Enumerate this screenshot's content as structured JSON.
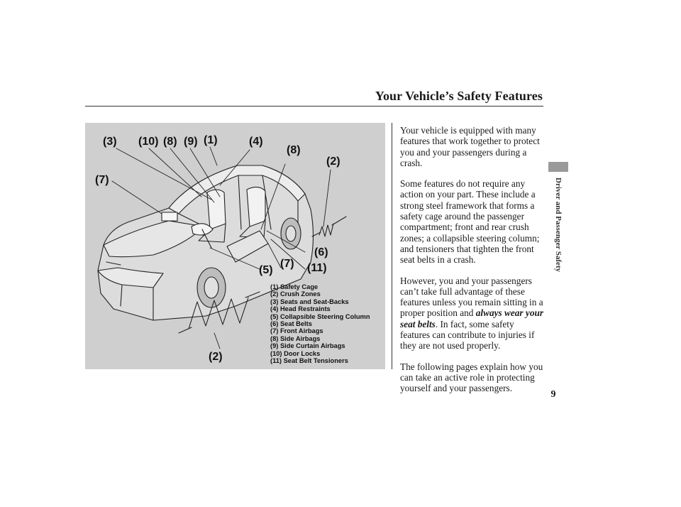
{
  "header": {
    "title": "Your Vehicle’s Safety Features"
  },
  "sidebar": {
    "section_label": "Driver and Passenger Safety"
  },
  "page": {
    "number": "9"
  },
  "figure": {
    "callouts": {
      "c3": "(3)",
      "c10": "(10)",
      "c8a": "(8)",
      "c9": "(9)",
      "c1": "(1)",
      "c4": "(4)",
      "c8b": "(8)",
      "c2a": "(2)",
      "c7a": "(7)",
      "c6": "(6)",
      "c7b": "(7)",
      "c11": "(11)",
      "c5": "(5)",
      "c2b": "(2)"
    },
    "legend": [
      "(1) Safety Cage",
      "(2) Crush Zones",
      "(3) Seats and Seat-Backs",
      "(4) Head Restraints",
      "(5) Collapsible Steering Column",
      "(6) Seat Belts",
      "(7) Front Airbags",
      "(8) Side Airbags",
      "(9) Side Curtain Airbags",
      "(10) Door Locks",
      "(11) Seat Belt Tensioners"
    ]
  },
  "content": {
    "p1": "Your vehicle is equipped with many features that work together to protect you and your passengers during a crash.",
    "p2": "Some features do not require any action on your part. These include a strong steel framework that forms a safety cage around the passenger compartment; front and rear crush zones; a collapsible steering column; and tensioners that tighten the front seat belts in a crash.",
    "p3_before": "However, you and your passengers can’t take full advantage of these features unless you remain sitting in a proper position and ",
    "p3_emphasis": "always wear your seat belts",
    "p3_after": ". In fact, some safety features can contribute to injuries if they are not used properly.",
    "p4": "The following pages explain how you can take an active role in protecting yourself and your passengers."
  }
}
